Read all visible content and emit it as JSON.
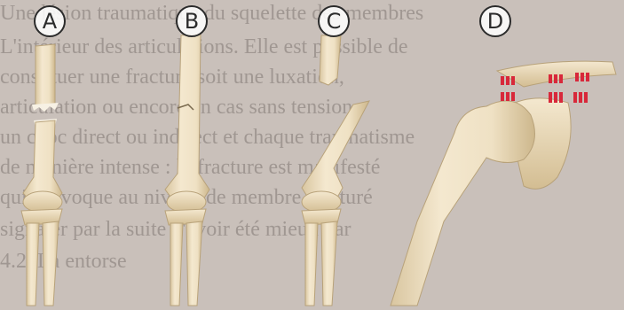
{
  "panels": [
    {
      "label": "A"
    },
    {
      "label": "B"
    },
    {
      "label": "C"
    },
    {
      "label": "D"
    }
  ],
  "background_text": [
    "Une lésion traumatique du squelette des membres",
    "L'intérieur des articulations. Elle est possible de",
    "constituer une fracture soit une luxation,",
    "articulation ou encore en cas sans tension,",
    "un choc direct ou indirect et chaque traumatisme",
    "de manière intense : la fracture est manifesté",
    "qui provoque au niveau de membre fracturé",
    "signaler par la suite d'avoir été mieux par",
    "4.2. La entorse"
  ],
  "colors": {
    "bone": "#efe1c4",
    "bone_shade": "#d9c6a0",
    "ligament": "#d8283a",
    "background": "#c9c0ba"
  }
}
